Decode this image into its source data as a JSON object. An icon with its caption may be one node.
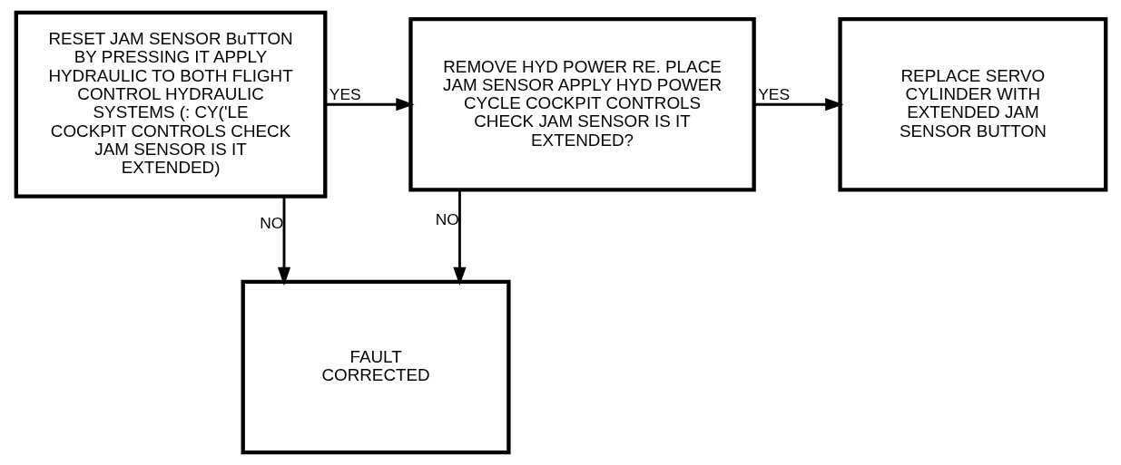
{
  "diagram": {
    "nodes": [
      {
        "text": [
          "RESET JAM SENSOR BuTTON BY PRESSING IT APPLY HYDRAULIC TO BOTH FLIGHT CONTROL HYDRAULIC SYSTEMS (: CY('LE COCKPIT CONTROLS CHECK JAM SENSOR IS IT EXTENDED)"
        ]
      },
      {
        "text": [
          "REMOVE HYD POWER RE. PLACE JAM SENSOR APPLY HYD POWER CYCLE COCKPIT CONTROLS CHECK JAM SENSOR IS IT EXTENDED?"
        ]
      },
      {
        "text": [
          "REPLACE SERVO CYLINDER WITH EXTENDED JAM SENSOR BUTTON"
        ]
      },
      {
        "text": [
          "FAULT CORRECTED"
        ]
      }
    ],
    "edges": [
      {
        "from": 0,
        "to": 1,
        "arrow": "to",
        "label": "YES"
      },
      {
        "from": 1,
        "to": 2,
        "arrow": "to",
        "label": "YES"
      },
      {
        "from": 0,
        "to": 3,
        "arrow": "to",
        "label": "NO"
      },
      {
        "from": 1,
        "to": 3,
        "arrow": "to",
        "label": "NO"
      }
    ]
  }
}
